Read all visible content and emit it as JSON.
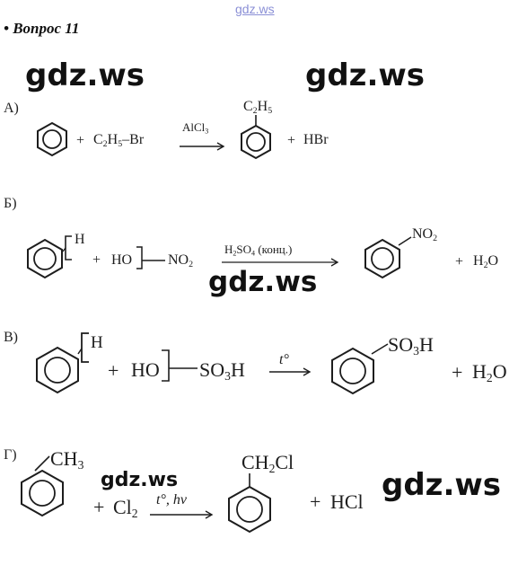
{
  "watermark_top": "gdz.ws",
  "question_title": "• Вопрос 11",
  "watermark": "gdz.ws",
  "reactions": {
    "a": {
      "label": "А)",
      "plus": "+",
      "reagent": "C2H5–Br",
      "catalyst": "AlCl3",
      "arrow": "⟶",
      "substituent": "C2H5",
      "byproduct": "HBr"
    },
    "b": {
      "label": "Б)",
      "h": "H",
      "plus": "+",
      "reagent_left": "HO",
      "reagent_right": "NO2",
      "condition": "H2SO4 (конц.)",
      "substituent": "NO2",
      "byproduct": "H2O"
    },
    "v": {
      "label": "В)",
      "h": "H",
      "plus": "+",
      "reagent_left": "HO",
      "reagent_right": "SO3H",
      "condition": "t°",
      "substituent": "SO3H",
      "byproduct": "H2O"
    },
    "g": {
      "label": "Г)",
      "substituent_start": "CH3",
      "plus": "+",
      "reagent": "Cl2",
      "condition": "t°, hν",
      "substituent": "CH2Cl",
      "byproduct": "HCl"
    }
  }
}
